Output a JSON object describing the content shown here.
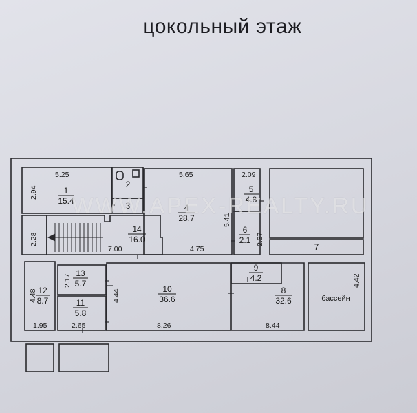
{
  "title": "цокольный этаж",
  "watermark": "WWW.APEX-REALTY.RU",
  "rooms": [
    {
      "id": "r1",
      "number": "1",
      "area": "15.4"
    },
    {
      "id": "r2",
      "number": "2",
      "area": ""
    },
    {
      "id": "r3",
      "number": "3",
      "area": ""
    },
    {
      "id": "r4",
      "number": "4",
      "area": "28.7"
    },
    {
      "id": "r5",
      "number": "5",
      "area": "4.8"
    },
    {
      "id": "r6",
      "number": "6",
      "area": "2.1"
    },
    {
      "id": "r7",
      "number": "7",
      "area": ""
    },
    {
      "id": "r8",
      "number": "8",
      "area": "32.6"
    },
    {
      "id": "r9",
      "number": "9",
      "area": "4.2"
    },
    {
      "id": "r10",
      "number": "10",
      "area": "36.6"
    },
    {
      "id": "r11",
      "number": "11",
      "area": "5.8"
    },
    {
      "id": "r12",
      "number": "12",
      "area": "8.7"
    },
    {
      "id": "r13",
      "number": "13",
      "area": "5.7"
    },
    {
      "id": "r14",
      "number": "14",
      "area": "16.0"
    },
    {
      "id": "pool",
      "number": "бассейн",
      "area": ""
    }
  ],
  "dimensions": {
    "d_525": "5.25",
    "d_294": "2.94",
    "d_565": "5.65",
    "d_209": "2.09",
    "d_541": "5.41",
    "d_237": "2.37",
    "d_228": "2.28",
    "d_700": "7.00",
    "d_475": "4.75",
    "d_448": "4.48",
    "d_217": "2.17",
    "d_444": "4.44",
    "d_442": "4.42",
    "d_195": "1.95",
    "d_265": "2.65",
    "d_826": "8.26",
    "d_844": "8.44"
  }
}
